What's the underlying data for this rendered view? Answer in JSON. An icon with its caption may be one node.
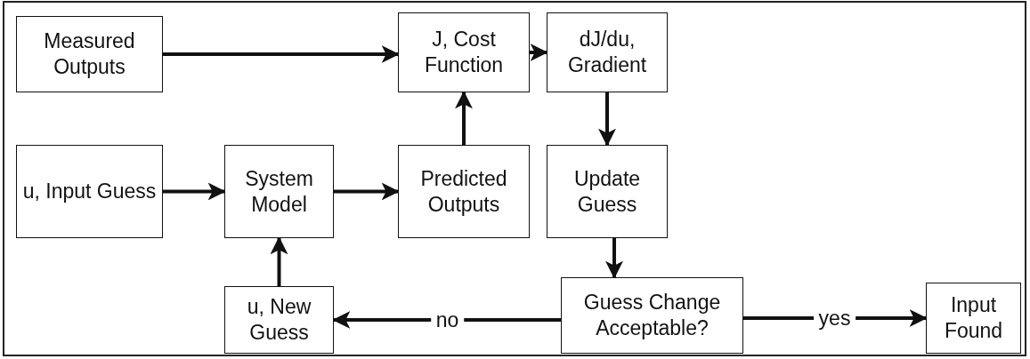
{
  "diagram": {
    "nodes": [
      {
        "text": [
          "Measured Outputs"
        ]
      },
      {
        "text": [
          "J, Cost Function"
        ]
      },
      {
        "text": [
          "dJ/du, Gradient"
        ]
      },
      {
        "text": [
          "u, Input Guess"
        ]
      },
      {
        "text": [
          "System Model"
        ]
      },
      {
        "text": [
          "Predicted Outputs"
        ]
      },
      {
        "text": [
          "Update Guess"
        ]
      },
      {
        "text": [
          "u, New Guess"
        ]
      },
      {
        "text": [
          "Guess Change Acceptable?"
        ]
      },
      {
        "text": [
          "Input Found"
        ]
      }
    ],
    "edges": [
      {
        "from": 0,
        "to": 1,
        "arrow": "to"
      },
      {
        "from": 1,
        "to": 2,
        "arrow": "to"
      },
      {
        "from": 2,
        "to": 6,
        "arrow": "to"
      },
      {
        "from": 5,
        "to": 1,
        "arrow": "to"
      },
      {
        "from": 3,
        "to": 4,
        "arrow": "to"
      },
      {
        "from": 4,
        "to": 5,
        "arrow": "to"
      },
      {
        "from": 6,
        "to": 8,
        "arrow": "to"
      },
      {
        "from": 8,
        "to": 7,
        "label": "no",
        "arrow": "to"
      },
      {
        "from": 8,
        "to": 9,
        "label": "yes",
        "arrow": "to"
      },
      {
        "from": 7,
        "to": 4,
        "arrow": "to"
      }
    ]
  }
}
